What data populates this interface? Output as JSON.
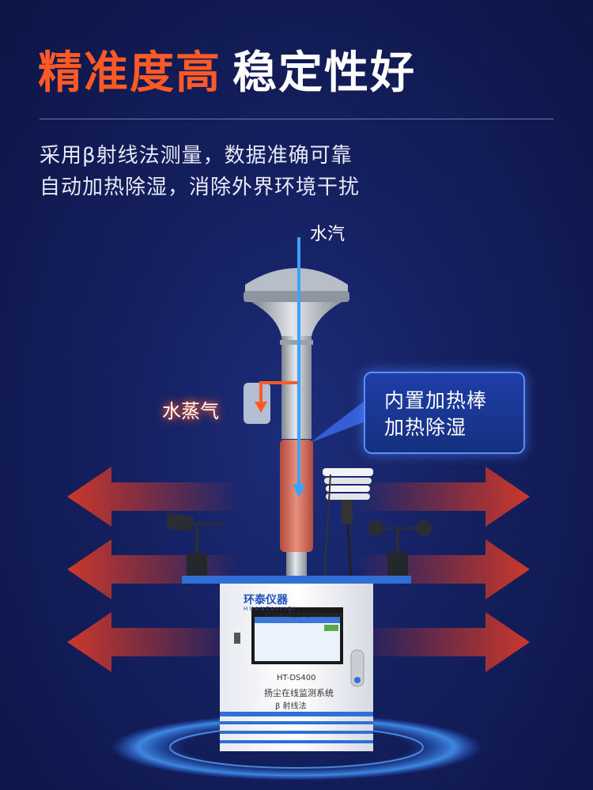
{
  "headline": {
    "highlight": "精准度高",
    "rest": "稳定性好"
  },
  "subtitle": {
    "line1": "采用β射线法测量，数据准确可靠",
    "line2": "自动加热除湿，消除外界环境干扰"
  },
  "labels": {
    "vapor": "水汽",
    "steam": "水蒸气"
  },
  "callout": {
    "line1": "内置加热棒",
    "line2": "加热除湿"
  },
  "device": {
    "brand": "环泰仪器",
    "brand_pinyin": "HUANTAIYIQI",
    "screen_title": "HT-DS400扬尘在线监测系统β射线法",
    "model": "HT-DS400",
    "system_name": "扬尘在线监测系统",
    "method": "β 射线法"
  },
  "colors": {
    "accent": "#ff5a26",
    "background": "#141f5e",
    "callout_border": "#5a8cff"
  }
}
